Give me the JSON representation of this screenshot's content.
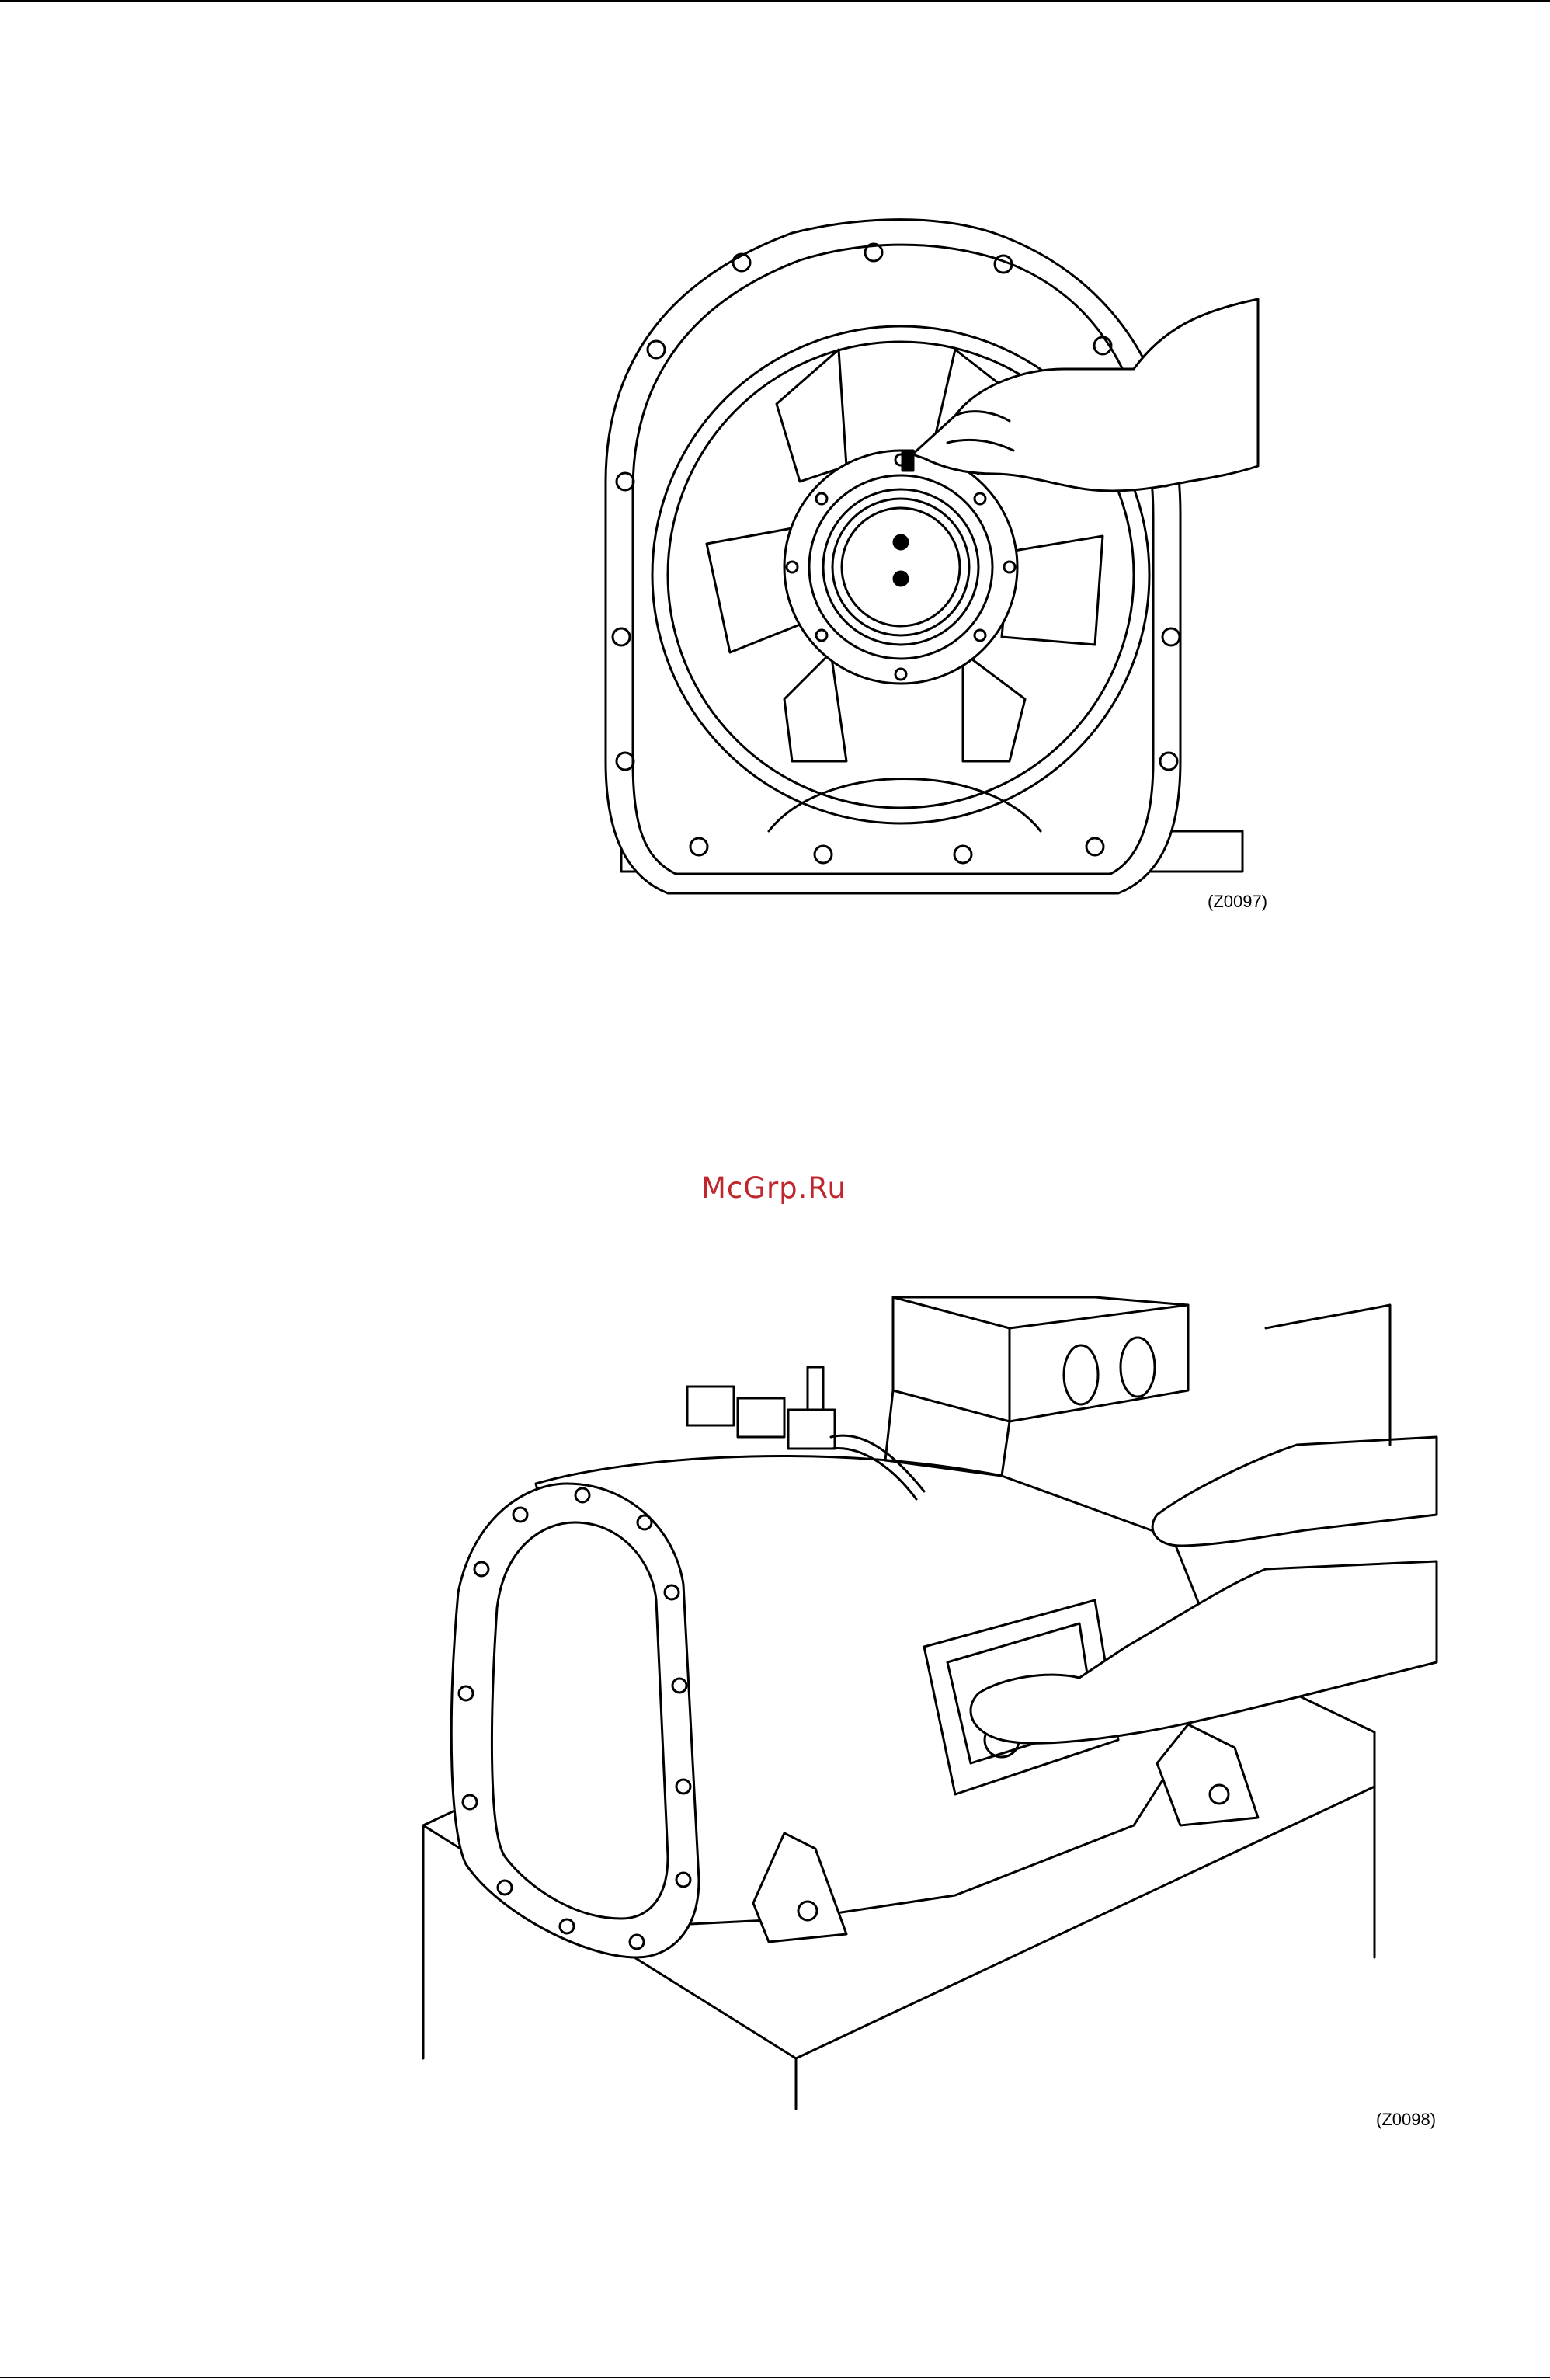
{
  "page": {
    "watermark": "McGrp.Ru",
    "watermark_color": "#c0272d"
  },
  "figures": [
    {
      "caption": "(Z0097)",
      "depicts": "compressor-end-face-with-hand-icon"
    },
    {
      "caption": "(Z0098)",
      "depicts": "compressor-on-stand-with-hands-icon"
    }
  ]
}
